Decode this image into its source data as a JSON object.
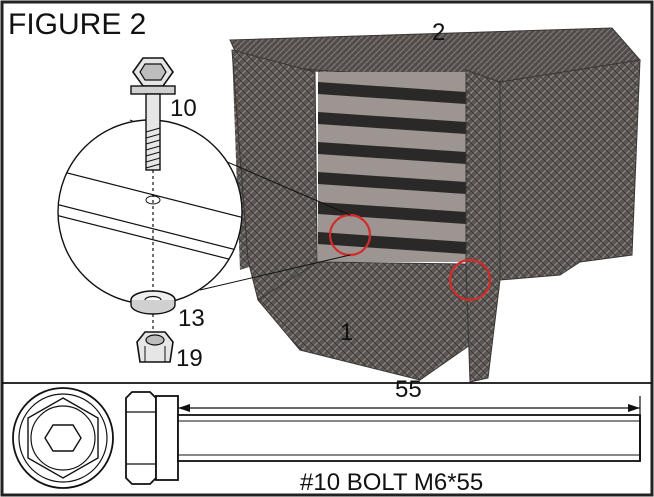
{
  "figure": {
    "title": "FIGURE 2"
  },
  "callouts": {
    "part_10": "10",
    "part_13": "13",
    "part_19": "19",
    "part_1": "1",
    "part_2": "2"
  },
  "bolt_spec": {
    "length_label": "55",
    "caption": "#10 BOLT M6*55"
  },
  "colors": {
    "line": "#111111",
    "frame_border": "#222222",
    "highlight_circle": "#d62a2a",
    "wicker_dark": "#4a4644",
    "wicker_mid": "#6b6562",
    "wicker_light": "#8c8580",
    "slat": "#2b2928",
    "bolt_fill": "#d9d9d9"
  }
}
